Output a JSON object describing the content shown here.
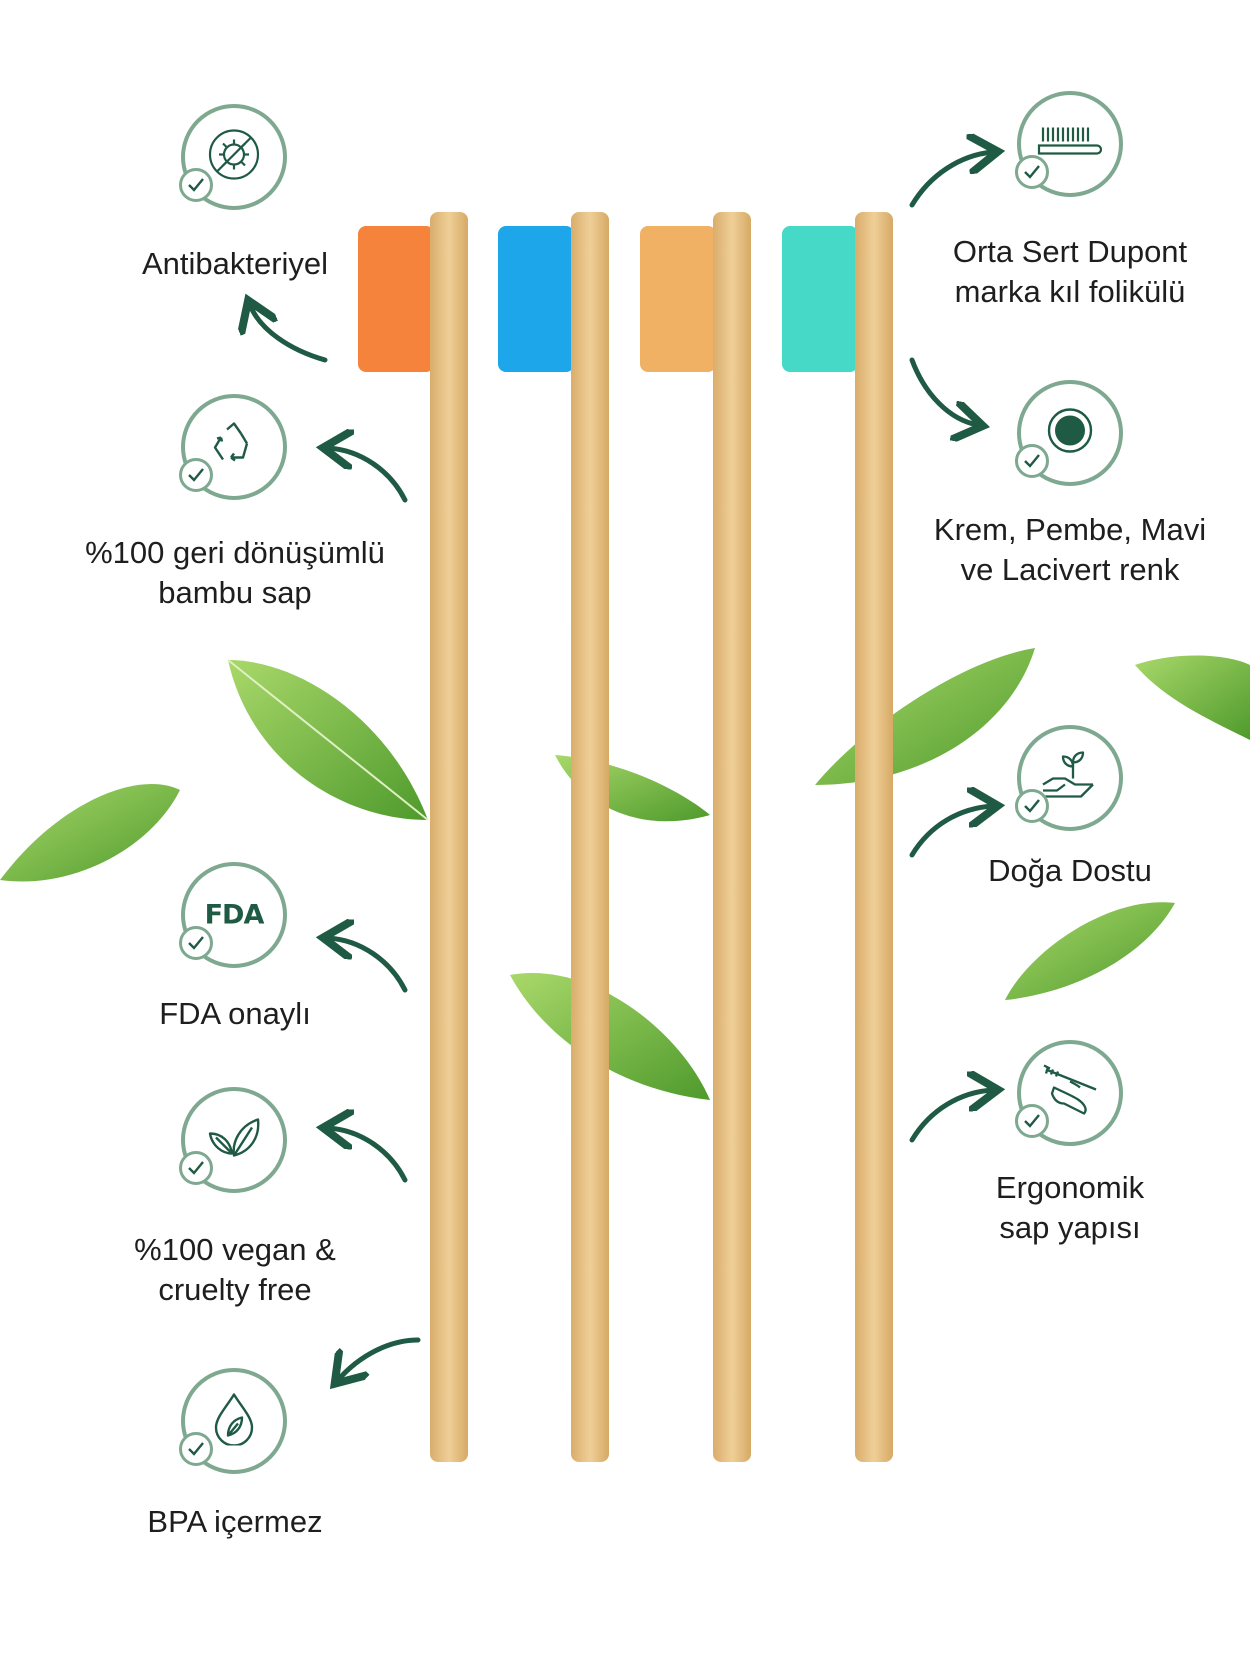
{
  "accent_color": "#1f5a45",
  "badge_ring_color": "#7ea890",
  "brush_head_colors": [
    "#f6833c",
    "#1ea6ea",
    "#f0b165",
    "#47d9c7"
  ],
  "features_left": [
    {
      "label": "Antibakteriyel",
      "icon": "virus-crossed-icon"
    },
    {
      "label": "%100 geri dönüşümlü\nbambu sap",
      "icon": "recycle-icon"
    },
    {
      "label": "FDA onaylı",
      "icon": "fda-icon",
      "icon_text": "FDA"
    },
    {
      "label": "%100 vegan &\ncruelty free",
      "icon": "leaves-icon"
    },
    {
      "label": "BPA içermez",
      "icon": "drop-leaf-icon"
    }
  ],
  "features_right": [
    {
      "label": "Orta Sert Dupont\nmarka kıl folikülü",
      "icon": "toothbrush-bristles-icon"
    },
    {
      "label": "Krem, Pembe, Mavi\nve Lacivert renk",
      "icon": "color-dot-icon"
    },
    {
      "label": "Doğa Dostu",
      "icon": "hand-sprout-icon"
    },
    {
      "label": "Ergonomik\nsap yapısı",
      "icon": "hand-toothbrush-icon"
    }
  ]
}
